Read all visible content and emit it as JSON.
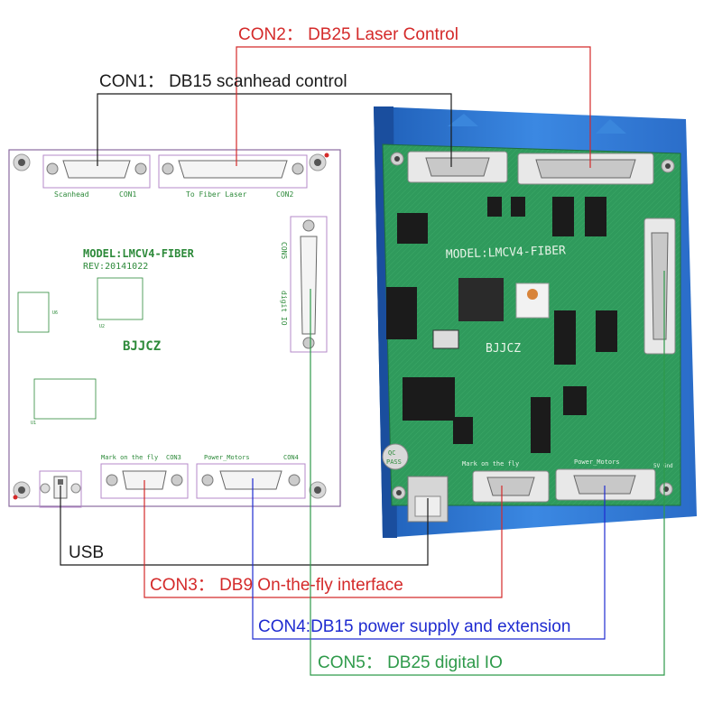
{
  "labels": {
    "con1": "CON1：  DB15 scanhead control",
    "con2": "CON2：  DB25 Laser Control",
    "con3": "CON3：  DB9 On-the-fly interface",
    "con4": "CON4:DB15 power supply and extension",
    "con5": "CON5：  DB25 digital IO",
    "usb": "USB"
  },
  "schematic": {
    "model": "MODEL:LMCV4-FIBER",
    "rev": "REV:20141022",
    "brand": "BJJCZ",
    "scanhead": "Scanhead",
    "con1": "CON1",
    "fiber": "To Fiber Laser",
    "con2": "CON2",
    "con5": "CON5",
    "digio": "digit IO",
    "mark": "Mark on the fly",
    "con3": "CON3",
    "power": "Power_Motors",
    "con4": "CON4",
    "u6": "U6",
    "u2": "U2",
    "u1": "U1"
  },
  "board": {
    "model": "MODEL:LMCV4-FIBER",
    "brand": "BJJCZ",
    "qc": "QC",
    "pass": "PASS",
    "mark": "Mark on the fly",
    "power": "Power_Motors",
    "gnd": "5V Gnd"
  },
  "colors": {
    "black": "#1a1a1a",
    "red": "#d42a2a",
    "blue": "#1f2bd0",
    "green": "#2e9a4a",
    "pcb": "#2f9a5c",
    "case": "#2f79d6",
    "schematic_border": "#8a6aa0"
  }
}
